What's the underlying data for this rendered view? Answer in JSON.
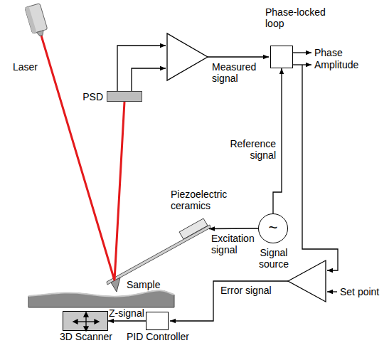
{
  "diagram": {
    "nodes": [
      {
        "text": [
          "Laser"
        ]
      },
      {
        "text": [
          "PSD"
        ]
      },
      {
        "text": [
          "Phase-locked loop"
        ]
      },
      {
        "text": [
          "Piezoelectric ceramics"
        ]
      },
      {
        "text": [
          "~",
          "Signal source"
        ]
      },
      {
        "text": [
          "Sample"
        ]
      },
      {
        "text": [
          "3D Scanner"
        ]
      },
      {
        "text": [
          "PID Controller"
        ]
      }
    ],
    "edges": [
      {
        "from": 0,
        "to": 1,
        "arrow": "none"
      },
      {
        "from": 4,
        "to": 2,
        "arrow": "to"
      },
      {
        "from": 4,
        "to": 3,
        "arrow": "to"
      },
      {
        "from": 7,
        "to": 6,
        "arrow": "to"
      }
    ],
    "labels": [
      "Measured signal",
      "Phase",
      "Amplitude",
      "Reference signal",
      "Excitation signal",
      "Error signal",
      "Set point",
      "Z-signal"
    ]
  }
}
